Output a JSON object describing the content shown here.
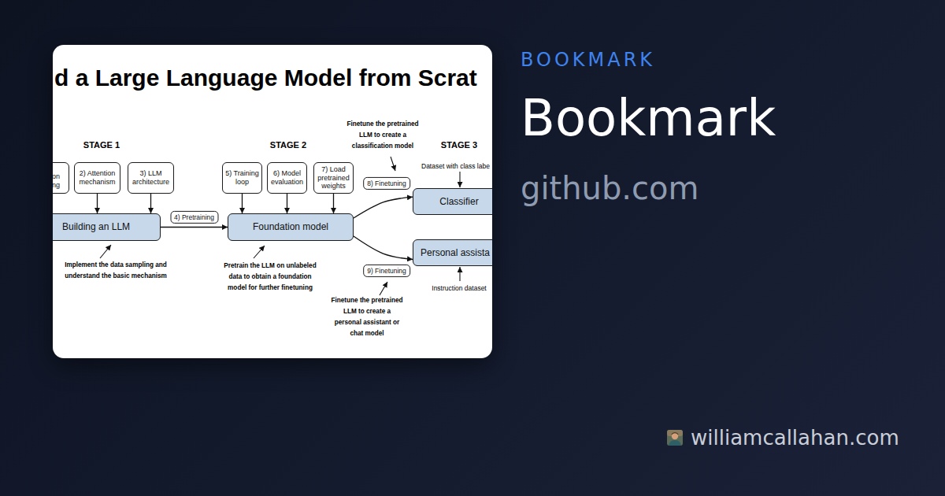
{
  "diagram": {
    "title": "d a Large Language Model from Scrat",
    "nodes": [
      {
        "text": [
          "on ng"
        ]
      },
      {
        "text": [
          "2) Attention mechanism"
        ]
      },
      {
        "text": [
          "3) LLM architecture"
        ]
      },
      {
        "text": [
          "Building an LLM"
        ]
      },
      {
        "text": [
          "5) Training loop"
        ]
      },
      {
        "text": [
          "6) Model evaluation"
        ]
      },
      {
        "text": [
          "7) Load pretrained weights"
        ]
      },
      {
        "text": [
          "Foundation model"
        ]
      },
      {
        "text": [
          "Classifier"
        ]
      },
      {
        "text": [
          "Personal assista"
        ]
      }
    ],
    "edges": [
      {
        "from": 1,
        "to": 3,
        "arrow": "to"
      },
      {
        "from": 2,
        "to": 3,
        "arrow": "to"
      },
      {
        "from": 3,
        "to": 7,
        "label": "4) Pretraining",
        "arrow": "to"
      },
      {
        "from": 4,
        "to": 7,
        "arrow": "to"
      },
      {
        "from": 5,
        "to": 7,
        "arrow": "to"
      },
      {
        "from": 6,
        "to": 7,
        "arrow": "to"
      },
      {
        "from": 7,
        "to": 8,
        "label": "8) Finetuning",
        "arrow": "to"
      },
      {
        "from": 7,
        "to": 9,
        "label": "9) Finetuning",
        "arrow": "to"
      }
    ],
    "labels": [
      "STAGE 1",
      "STAGE 2",
      "STAGE 3",
      "Implement the data sampling and understand the basic mechanism",
      "Pretrain the LLM on unlabeled data to obtain a foundation model for further finetuning",
      "Finetune the pretrained LLM to create a classification model",
      "Dataset with class labe",
      "Instruction dataset",
      "Finetune the pretrained LLM to create a personal assistant or chat model",
      "BOOKMARK",
      "Bookmark",
      "github.com",
      "williamcallahan.com"
    ]
  }
}
